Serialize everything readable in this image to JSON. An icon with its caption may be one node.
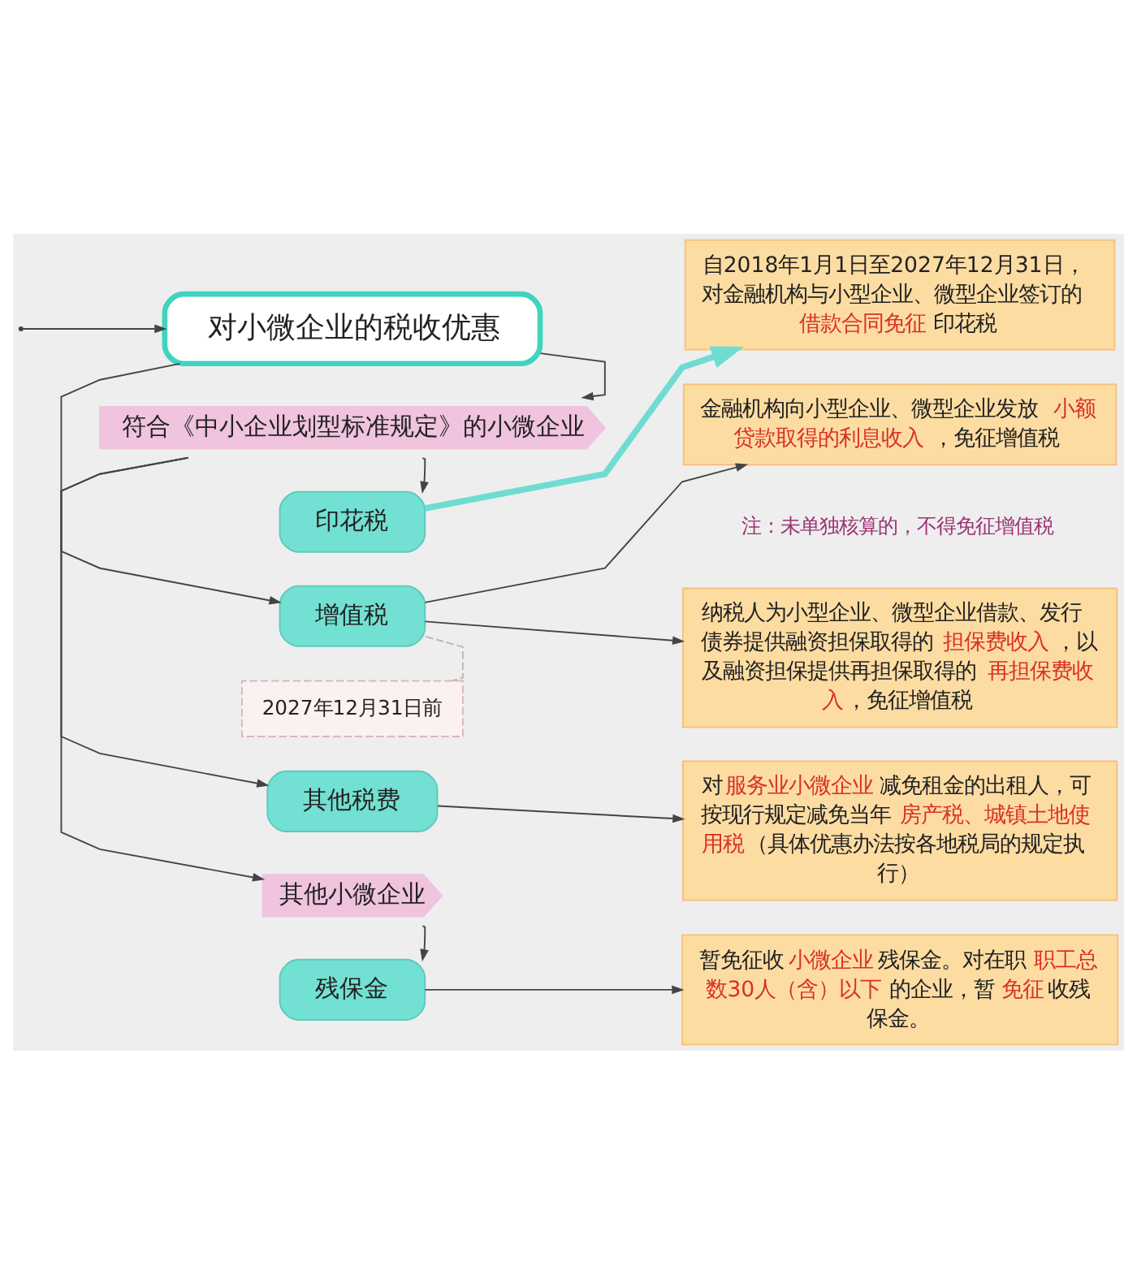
{
  "diagram": {
    "nodes": [
      {
        "text": [
          "对小微企业的税收优惠"
        ]
      },
      {
        "text": [
          "符合《中小企业划型标准规定》的小微企业"
        ]
      },
      {
        "text": [
          "印花税"
        ]
      },
      {
        "text": [
          "自2018年1月1日至2027年12月31日，对金融机构与小型企业、微型企业签订的**借款合同免征**印花税"
        ]
      },
      {
        "text": [
          "增值税"
        ]
      },
      {
        "text": [
          "金融机构向小型企业、微型企业发放**小额贷款取得的利息收入**，免征增值税"
        ]
      },
      {
        "text": [
          "2027年12月31日前"
        ]
      },
      {
        "text": [
          "纳税人为小型企业、微型企业借款、发行债券提供融资担保取得的**担保费收入**，以及融资担保提供再担保取得的**再担保费收入**，免征增值税"
        ]
      },
      {
        "text": [
          "其他税费"
        ]
      },
      {
        "text": [
          "对**服务业小微企业**减免租金的出租人，可按现行规定减免当年**房产税、城镇土地使用税**（具体优惠办法按各地税局的规定执行）"
        ]
      },
      {
        "text": [
          "其他小微企业"
        ]
      },
      {
        "text": [
          "残保金"
        ]
      },
      {
        "text": [
          "暂免征收**小微企业**残保金。对在职**职工总数30人（含）以下**的企业，暂**免征**收残保金。"
        ]
      }
    ],
    "edges": [
      {
        "from": null,
        "to": 0,
        "arrow": "to"
      },
      {
        "from": 0,
        "to": 1,
        "arrow": "to"
      },
      {
        "from": 1,
        "to": 2,
        "arrow": "to"
      },
      {
        "from": 2,
        "to": 3,
        "arrow": "to",
        "style": "thick",
        "color": "#6fdcd2"
      },
      {
        "from": 1,
        "to": 4,
        "arrow": "to"
      },
      {
        "from": 4,
        "to": 5,
        "arrow": "to"
      },
      {
        "from": 4,
        "to": 7,
        "arrow": "to"
      },
      {
        "from": 4,
        "to": 6,
        "arrow": "none",
        "style": "dashed",
        "color": "#c4b4b4"
      },
      {
        "from": 1,
        "to": 8,
        "arrow": "to"
      },
      {
        "from": 8,
        "to": 9,
        "arrow": "to"
      },
      {
        "from": 0,
        "to": 10,
        "arrow": "to"
      },
      {
        "from": 10,
        "to": 11,
        "arrow": "to"
      },
      {
        "from": 11,
        "to": 12,
        "arrow": "to"
      }
    ],
    "labels": [
      "注：未单独核算的，不得免征增值税"
    ]
  }
}
